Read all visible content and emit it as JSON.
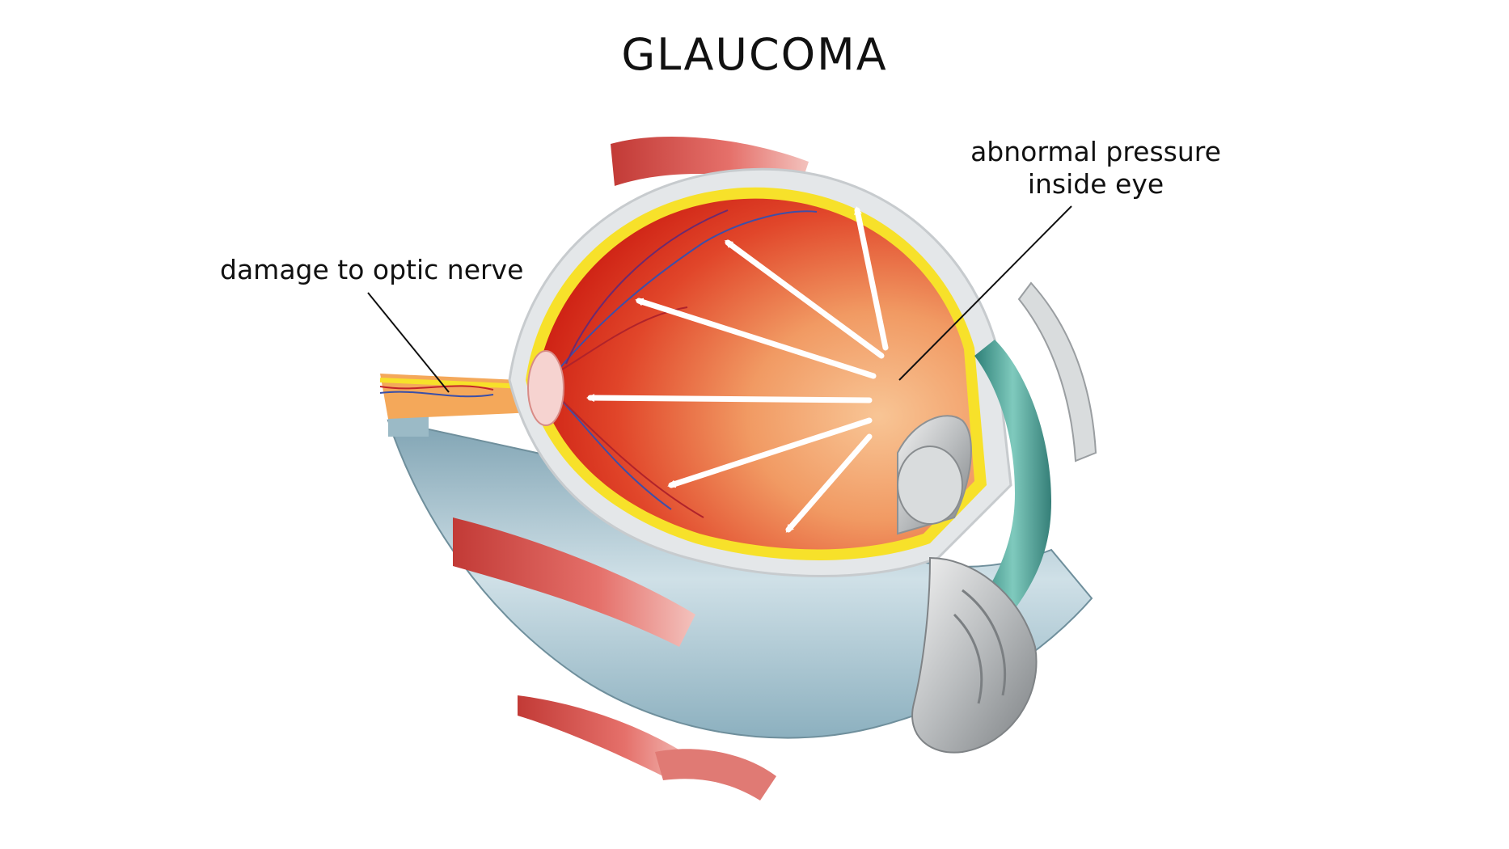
{
  "title": "GLAUCOMA",
  "labels": {
    "optic_nerve_damage": "damage to optic nerve",
    "pressure_line1": "abnormal pressure",
    "pressure_line2": "inside eye"
  },
  "colors": {
    "vitreous_deep": "#cf1e10",
    "vitreous_light": "#f6b987",
    "sclera": "#e6e8ea",
    "retina_yellow": "#f7e12a",
    "outer_globe": "#8fb3c2",
    "muscle": "#d64a44",
    "iris_teal": "#4fa79c",
    "arrow": "#ffffff"
  }
}
